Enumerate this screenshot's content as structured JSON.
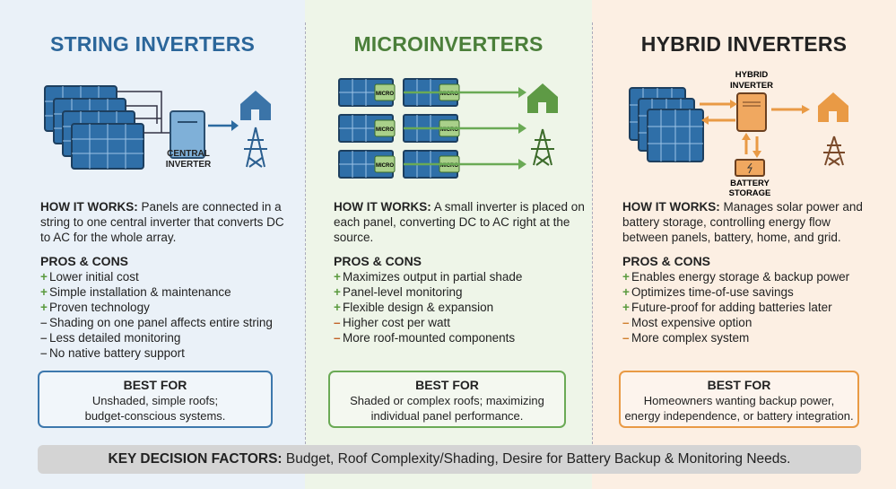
{
  "columns": [
    {
      "title": "STRING INVERTERS",
      "color": "#2b669a",
      "diagram_label": "CENTRAL\nINVERTER",
      "how_label": "HOW IT WORKS:",
      "how": "Panels are connected in a string to one central inverter that converts DC to AC for the whole array.",
      "pros_cons_label": "PROS & CONS",
      "items": [
        {
          "sign": "+",
          "text": "Lower initial cost"
        },
        {
          "sign": "+",
          "text": "Simple installation & maintenance"
        },
        {
          "sign": "+",
          "text": "Proven technology"
        },
        {
          "sign": "–",
          "text": "Shading on one panel affects entire string"
        },
        {
          "sign": "–",
          "text": "Less detailed monitoring"
        },
        {
          "sign": "–",
          "text": "No native battery support"
        }
      ],
      "best_label": "BEST FOR",
      "best": "Unshaded, simple roofs;",
      "best2": "budget-conscious systems."
    },
    {
      "title": "MICROINVERTERS",
      "color": "#4b7f3a",
      "diagram_label": "MICRO",
      "how_label": "HOW IT WORKS:",
      "how": "A small inverter is placed on each panel, converting DC to AC right at the source.",
      "pros_cons_label": "PROS & CONS",
      "items": [
        {
          "sign": "+",
          "text": "Maximizes output in partial shade"
        },
        {
          "sign": "+",
          "text": "Panel-level monitoring"
        },
        {
          "sign": "+",
          "text": "Flexible design & expansion"
        },
        {
          "sign": "–",
          "text": "Higher cost per watt"
        },
        {
          "sign": "–",
          "text": "More roof-mounted components"
        }
      ],
      "best_label": "BEST FOR",
      "best": "Shaded or complex roofs; maximizing",
      "best2": "individual panel performance."
    },
    {
      "title": "HYBRID INVERTERS",
      "color": "#222222",
      "accent": "#e99a45",
      "diagram_label": "HYBRID\nINVERTER",
      "battery_label": "BATTERY\nSTORAGE",
      "how_label": "HOW IT WORKS:",
      "how": "Manages solar power and battery storage, controlling energy flow between panels, battery, home, and grid.",
      "pros_cons_label": "PROS & CONS",
      "items": [
        {
          "sign": "+",
          "text": "Enables energy storage & backup power"
        },
        {
          "sign": "+",
          "text": "Optimizes time-of-use savings"
        },
        {
          "sign": "+",
          "text": "Future-proof for adding batteries later"
        },
        {
          "sign": "–",
          "text": "Most expensive option"
        },
        {
          "sign": "–",
          "text": "More complex system"
        }
      ],
      "best_label": "BEST FOR",
      "best": "Homeowners wanting backup power,",
      "best2": "energy independence, or battery integration."
    }
  ],
  "footer": {
    "label": "KEY DECISION FACTORS:",
    "text": " Budget, Roof Complexity/Shading, Desire for Battery Backup & Monitoring Needs."
  }
}
